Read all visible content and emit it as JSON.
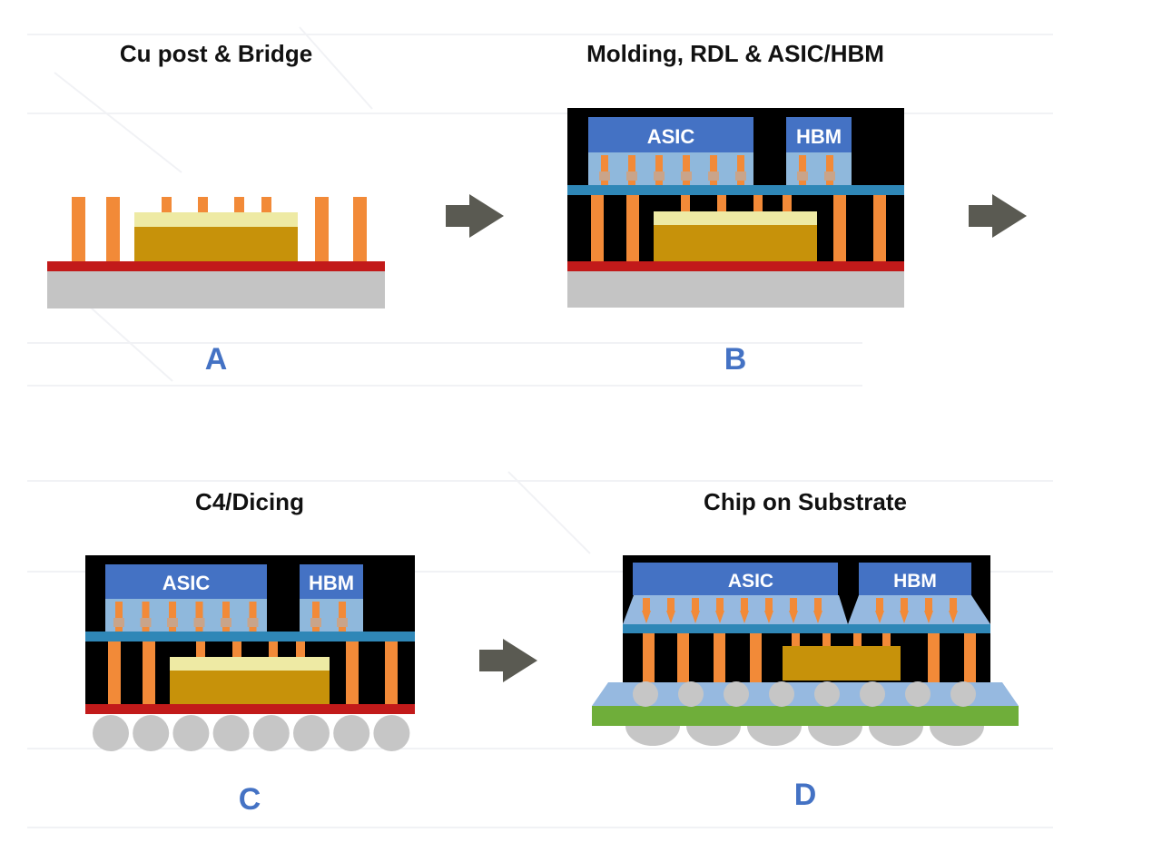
{
  "steps": [
    {
      "title": "Cu post & Bridge",
      "letter": "A"
    },
    {
      "title": "Molding, RDL & ASIC/HBM",
      "letter": "B"
    },
    {
      "title": "C4/Dicing",
      "letter": "C"
    },
    {
      "title": "Chip on Substrate",
      "letter": "D"
    }
  ],
  "chip_labels": {
    "asic": "ASIC",
    "hbm": "HBM"
  },
  "colors": {
    "copper": "#f28a38",
    "bridge_dark": "#c7920a",
    "bridge_light": "#eeeaa4",
    "carrier_red": "#c21a1a",
    "carrier_gray": "#c4c4c4",
    "mold": "#000000",
    "die_blue": "#4472c4",
    "rdl_blue": "#2f87b7",
    "bump_zone": "#8fb8dc",
    "solder_ball": "#c6c6c6",
    "underfill": "#96b9e0",
    "substrate_green": "#6fae3a",
    "arrow": "#5a5a52",
    "letter_blue": "#4472c4"
  }
}
